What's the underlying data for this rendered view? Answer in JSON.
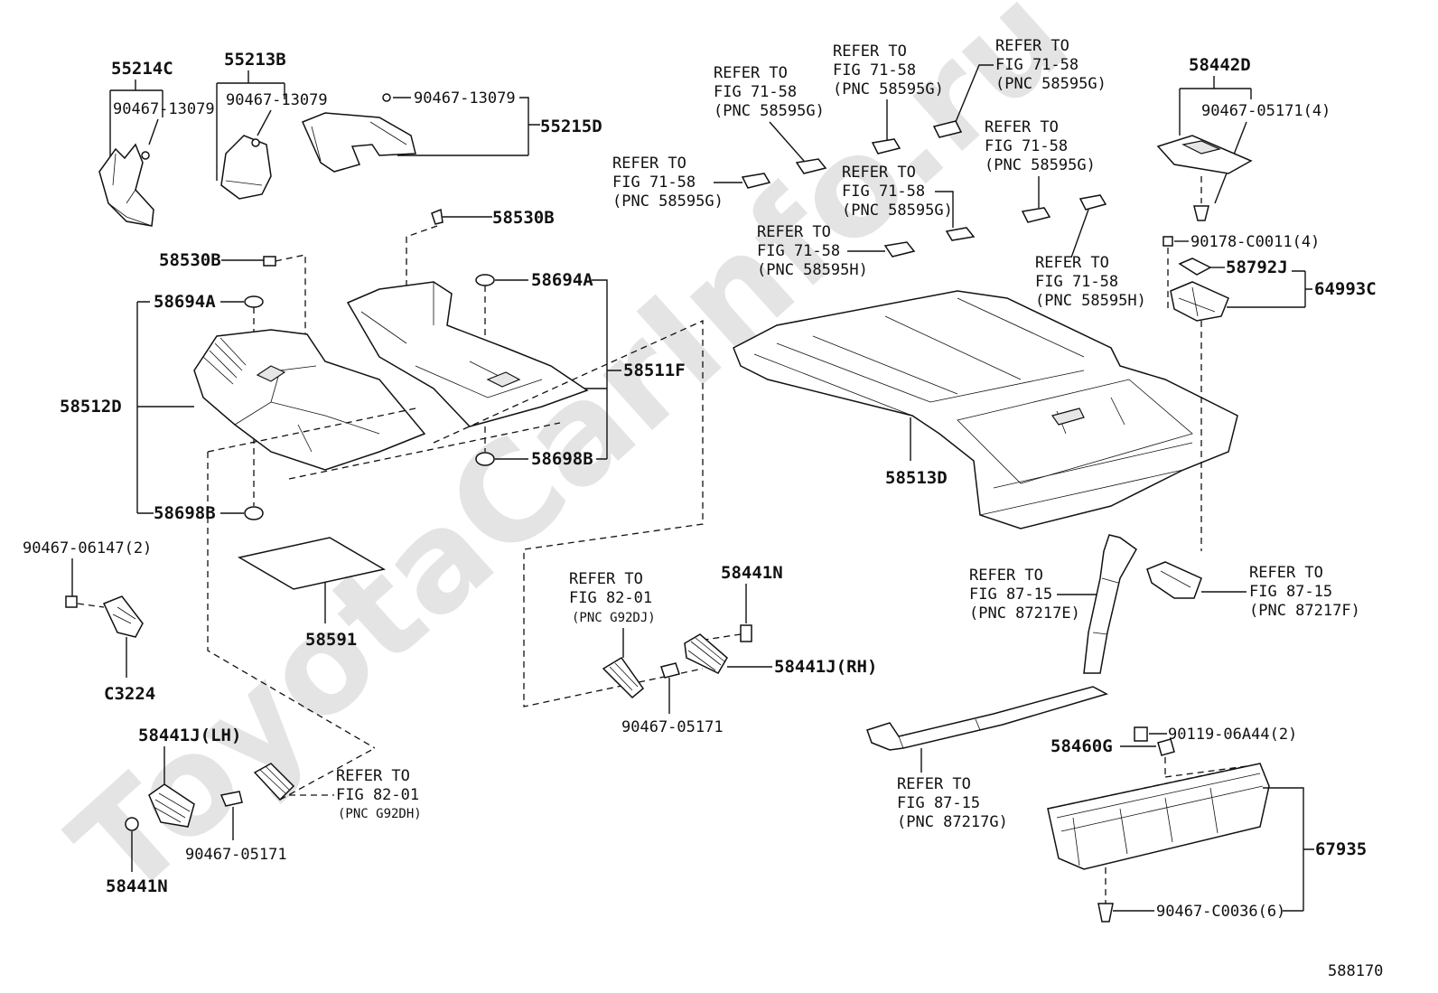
{
  "watermark": "ToyotaCarInfo.ru",
  "figure_number": "588170",
  "labels": {
    "p55214C": "55214C",
    "p55214C_clip": "90467-13079",
    "p55213B": "55213B",
    "p55213B_clip": "90467-13079",
    "p55215D_clip": "90467-13079",
    "p55215D": "55215D",
    "p58530B_top": "58530B",
    "p58530B_left": "58530B",
    "p58694A_left": "58694A",
    "p58694A_right": "58694A",
    "p58512D": "58512D",
    "p58511F": "58511F",
    "p58698B_right": "58698B",
    "p58698B_left": "58698B",
    "p58591": "58591",
    "p90467_06147": "90467-06147(2)",
    "pC3224": "C3224",
    "p58441J_LH": "58441J(LH)",
    "p58441N_left": "58441N",
    "p90467_05171_left": "90467-05171",
    "p58441N_mid": "58441N",
    "p58441J_RH": "58441J(RH)",
    "p90467_05171_mid": "90467-05171",
    "p58513D": "58513D",
    "p58442D": "58442D",
    "p90467_05171_4": "90467-05171(4)",
    "p90178_C0011": "90178-C0011(4)",
    "p58792J": "58792J",
    "p64993C": "64993C",
    "p58460G": "58460G",
    "p90119_06A44": "90119-06A44(2)",
    "p67935": "67935",
    "p90467_C0036": "90467-C0036(6)"
  },
  "refs": {
    "r1": [
      "REFER TO",
      "FIG 71-58",
      "(PNC 58595G)"
    ],
    "r2": [
      "REFER TO",
      "FIG 71-58",
      "(PNC 58595G)"
    ],
    "r3": [
      "REFER TO",
      "FIG 71-58",
      "(PNC 58595G)"
    ],
    "r4": [
      "REFER TO",
      "FIG 71-58",
      "(PNC 58595G)"
    ],
    "r5": [
      "REFER TO",
      "FIG 71-58",
      "(PNC 58595G)"
    ],
    "r6": [
      "REFER TO",
      "FIG 71-58",
      "(PNC 58595G)"
    ],
    "r7": [
      "REFER TO",
      "FIG 71-58",
      "(PNC 58595H)"
    ],
    "r8": [
      "REFER TO",
      "FIG 71-58",
      "(PNC 58595H)"
    ],
    "r9": [
      "REFER TO",
      "FIG 82-01",
      "(PNC G92DJ)"
    ],
    "r10": [
      "REFER TO",
      "FIG 82-01",
      "(PNC G92DH)"
    ],
    "r11": [
      "REFER TO",
      "FIG 87-15",
      "(PNC 87217E)"
    ],
    "r12": [
      "REFER TO",
      "FIG 87-15",
      "(PNC 87217F)"
    ],
    "r13": [
      "REFER TO",
      "FIG 87-15",
      "(PNC 87217G)"
    ]
  }
}
